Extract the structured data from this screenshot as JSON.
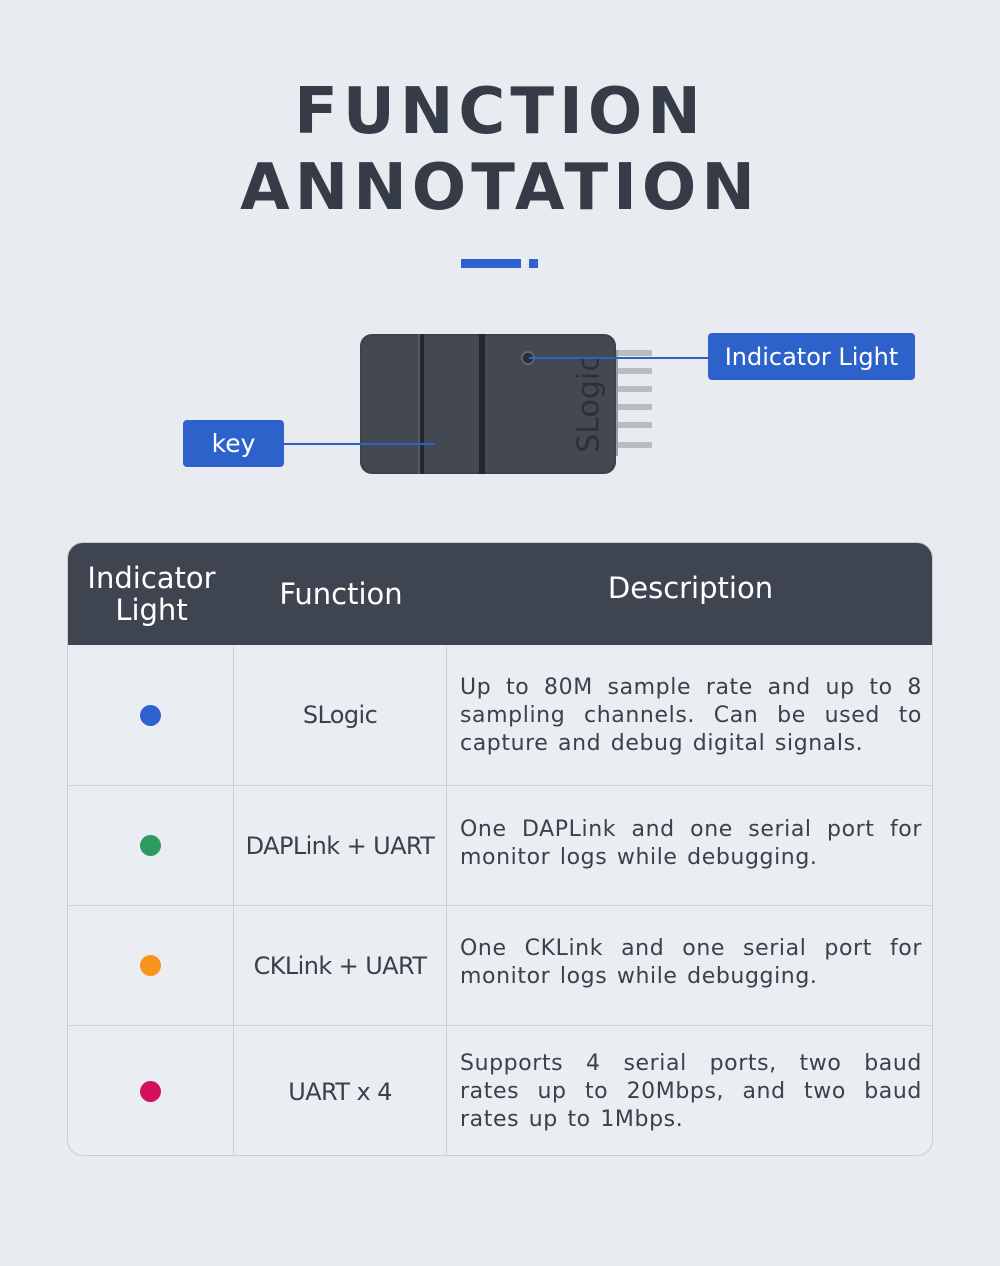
{
  "title": {
    "line1": "FUNCTION",
    "line2": "ANNOTATION",
    "accent_color": "#2e63cf"
  },
  "device": {
    "brand_text": "SLogic",
    "callouts": {
      "indicator_light": "Indicator Light",
      "key": "key"
    }
  },
  "table": {
    "headers": {
      "indicator": "Indicator Light",
      "function": "Function",
      "description": "Description"
    },
    "rows": [
      {
        "led_color": "#2e63cf",
        "function": "SLogic",
        "description": "Up to 80M sample rate and up to 8 sampling channels. Can be used to capture and debug digital signals."
      },
      {
        "led_color": "#2e9a62",
        "function": "DAPLink + UART",
        "description": "One DAPLink and one serial port for monitor logs while debugging."
      },
      {
        "led_color": "#f7941d",
        "function": "CKLink + UART",
        "description": "One CKLink and one serial port for monitor logs while debugging."
      },
      {
        "led_color": "#d4115f",
        "function": "UART x 4",
        "description": "Supports 4 serial ports, two baud rates up to 20Mbps, and two baud rates up to 1Mbps."
      }
    ]
  }
}
